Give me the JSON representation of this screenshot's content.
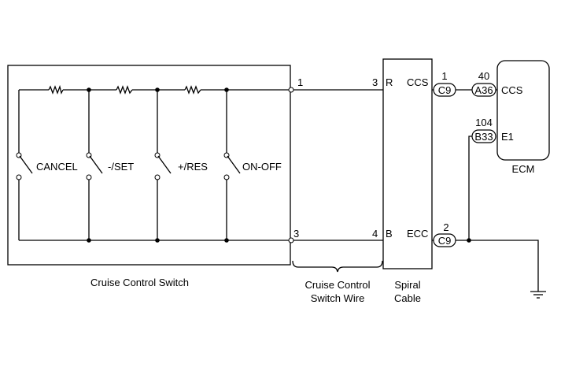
{
  "switch_box": {
    "caption": "Cruise Control Switch",
    "pin_top": "1",
    "pin_bottom": "3",
    "switches": [
      "CANCEL",
      "-/SET",
      "+/RES",
      "ON-OFF"
    ]
  },
  "wire_label": [
    "Cruise Control",
    "Switch Wire"
  ],
  "spiral": {
    "caption": [
      "Spiral",
      "Cable"
    ],
    "pin_top_num": "3",
    "pin_top_letter": "R",
    "pin_top_name": "CCS",
    "pin_bottom_num": "4",
    "pin_bottom_letter": "B",
    "pin_bottom_name": "ECC"
  },
  "connectors": {
    "c9_top": {
      "code": "C9",
      "pin": "1"
    },
    "c9_bottom": {
      "code": "C9",
      "pin": "2"
    },
    "a36": {
      "code": "A36",
      "pin": "40"
    },
    "b33": {
      "code": "B33",
      "pin": "104"
    }
  },
  "ecm": {
    "title": "ECM",
    "ccs": "CCS",
    "e1": "E1"
  }
}
